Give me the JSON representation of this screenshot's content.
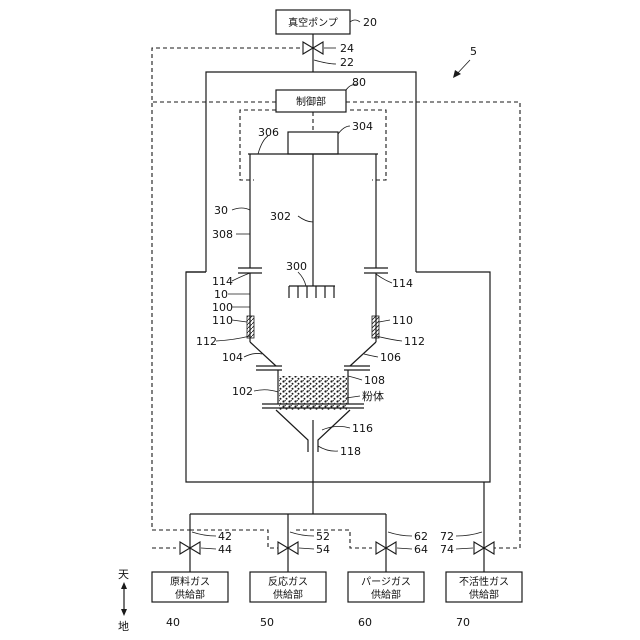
{
  "boxes": {
    "vacuum_pump": "真空ポンプ",
    "controller": "制御部",
    "raw_gas": [
      "原料ガス",
      "供給部"
    ],
    "reaction_gas": [
      "反応ガス",
      "供給部"
    ],
    "purge_gas": [
      "パージガス",
      "供給部"
    ],
    "inert_gas": [
      "不活性ガス",
      "供給部"
    ]
  },
  "labels": {
    "n20": "20",
    "n24": "24",
    "n22": "22",
    "n5": "5",
    "n80": "80",
    "n304": "304",
    "n306": "306",
    "n30": "30",
    "n302": "302",
    "n308": "308",
    "n300": "300",
    "n114a": "114",
    "n114b": "114",
    "n10": "10",
    "n100": "100",
    "n110a": "110",
    "n110b": "110",
    "n112a": "112",
    "n112b": "112",
    "n104": "104",
    "n106": "106",
    "n102": "102",
    "n108": "108",
    "powder": "粉体",
    "n116": "116",
    "n118": "118",
    "n42": "42",
    "n44": "44",
    "n52": "52",
    "n54": "54",
    "n62": "62",
    "n64": "64",
    "n72": "72",
    "n74": "74",
    "n40": "40",
    "n50": "50",
    "n60": "60",
    "n70": "70",
    "top": "天",
    "bottom": "地"
  }
}
